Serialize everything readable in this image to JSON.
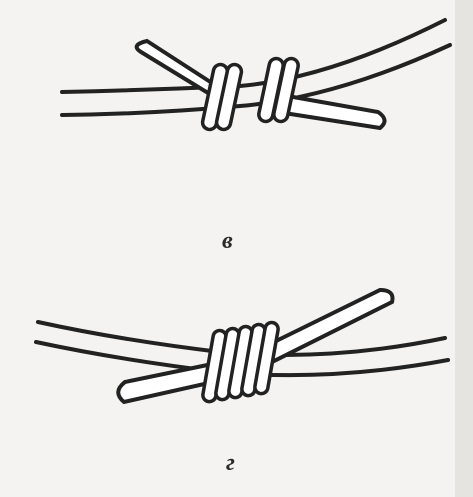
{
  "figure": {
    "background": "#f4f3f1",
    "ink": "#222222",
    "panels": [
      {
        "id": "v",
        "label": "в",
        "depicts": "wire-splice-two-wrap-groups"
      },
      {
        "id": "g",
        "label": "г",
        "depicts": "wire-splice-single-wrap-group"
      }
    ]
  }
}
